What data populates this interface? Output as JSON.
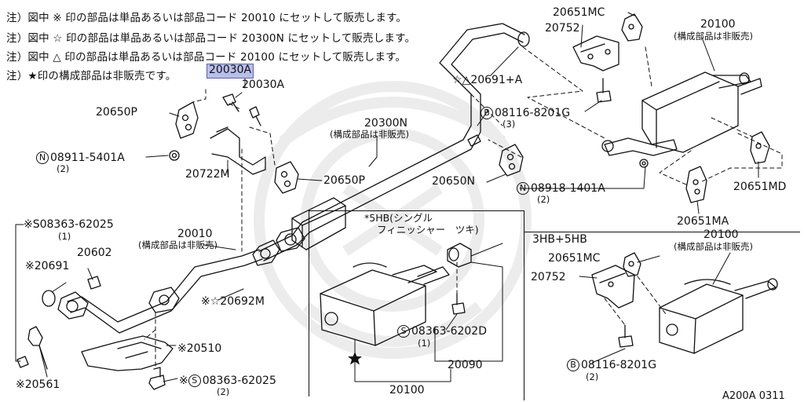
{
  "notes": [
    "注）図中 ※ 印の部品は単品あるいは部品コード 20010 にセットして販売します。",
    "注）図中 ☆ 印の部品は単品あるいは部品コード 20300N にセットして販売します。",
    "注）図中 △ 印の部品は単品あるいは部品コード 20100 にセットして販売します。",
    "注）★印の構成部品は非販売です。"
  ],
  "highlighted_part": "20030A",
  "parts": {
    "p20030A_b": "20030A",
    "p20650P_a": "20650P",
    "p08911": "08911-5401A",
    "p08911_qty": "(2)",
    "p20722M": "20722M",
    "p20650P_b": "20650P",
    "p20300N": "20300N",
    "p20300N_note": "(構成部品は非販売)",
    "p20691A": "☆△20691+A",
    "p08116_top": "08116-8201G",
    "p08116_top_qty": "(3)",
    "p20650N": "20650N",
    "p08918": "08918-1401A",
    "p08918_qty": "(2)",
    "p20651MC_top": "20651MC",
    "p20752_top": "20752",
    "p20100_top": "20100",
    "p20100_top_note": "(構成部品は非販売)",
    "p20651MD": "20651MD",
    "p20651MA": "20651MA",
    "p08363_left": "※S08363-62025",
    "p08363_left_qty": "(1)",
    "p20010": "20010",
    "p20010_note": "(構成部品は非販売)",
    "p20602": "20602",
    "p20691": "※20691",
    "p20692M": "※☆20692M",
    "p20510": "※20510",
    "p20561": "※20561",
    "p08363_bottom": "08363-62025",
    "p08363_bottom_prefix": "※",
    "p08363_bottom_qty": "(2)",
    "p5hb_title": "*5HB(シングル",
    "p5hb_title2": "フィニッシャー　ツキ)",
    "p08363_6202D": "08363-6202D",
    "p08363_6202D_qty": "(1)",
    "p20090": "20090",
    "p20100_5hb": "20100",
    "p3hb_title": "3HB+5HB",
    "p20100_3hb": "20100",
    "p20100_3hb_note": "(構成部品は非販売)",
    "p20651MC_3hb": "20651MC",
    "p20752_3hb": "20752",
    "p08116_3hb": "08116-8201G",
    "p08116_3hb_qty": "(2)",
    "figure_code": "A200A 0311"
  },
  "prefix_marks": {
    "N": "N",
    "B": "B",
    "S": "S"
  },
  "colors": {
    "highlight_fill": "#b8bfe8",
    "highlight_border": "#5a63b8",
    "ink": "#111111"
  }
}
